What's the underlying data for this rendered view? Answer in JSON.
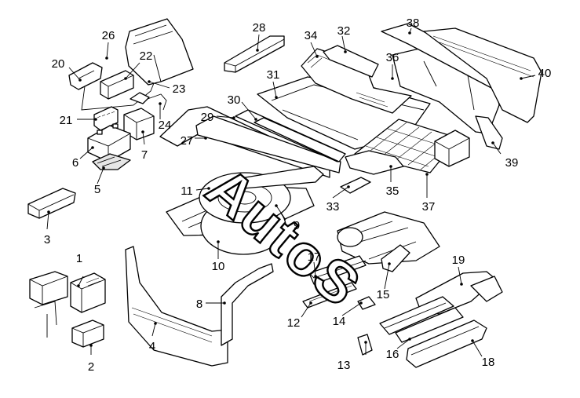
{
  "watermark": "AutoS",
  "callouts": [
    {
      "id": "1",
      "label": "1"
    },
    {
      "id": "2",
      "label": "2"
    },
    {
      "id": "3",
      "label": "3"
    },
    {
      "id": "4",
      "label": "4"
    },
    {
      "id": "5",
      "label": "5"
    },
    {
      "id": "6",
      "label": "6"
    },
    {
      "id": "7",
      "label": "7"
    },
    {
      "id": "8",
      "label": "8"
    },
    {
      "id": "9",
      "label": "9"
    },
    {
      "id": "10",
      "label": "10"
    },
    {
      "id": "11",
      "label": "11"
    },
    {
      "id": "12",
      "label": "12"
    },
    {
      "id": "13",
      "label": "13"
    },
    {
      "id": "14",
      "label": "14"
    },
    {
      "id": "15",
      "label": "15"
    },
    {
      "id": "16",
      "label": "16"
    },
    {
      "id": "17",
      "label": "17"
    },
    {
      "id": "18",
      "label": "18"
    },
    {
      "id": "19",
      "label": "19"
    },
    {
      "id": "20",
      "label": "20"
    },
    {
      "id": "21",
      "label": "21"
    },
    {
      "id": "22",
      "label": "22"
    },
    {
      "id": "23",
      "label": "23"
    },
    {
      "id": "24",
      "label": "24"
    },
    {
      "id": "26",
      "label": "26"
    },
    {
      "id": "27",
      "label": "27"
    },
    {
      "id": "28",
      "label": "28"
    },
    {
      "id": "29",
      "label": "29"
    },
    {
      "id": "30",
      "label": "30"
    },
    {
      "id": "31",
      "label": "31"
    },
    {
      "id": "32",
      "label": "32"
    },
    {
      "id": "33",
      "label": "33"
    },
    {
      "id": "34",
      "label": "34"
    },
    {
      "id": "35",
      "label": "35"
    },
    {
      "id": "36",
      "label": "36"
    },
    {
      "id": "37",
      "label": "37"
    },
    {
      "id": "38",
      "label": "38"
    },
    {
      "id": "39",
      "label": "39"
    },
    {
      "id": "40",
      "label": "40"
    }
  ]
}
